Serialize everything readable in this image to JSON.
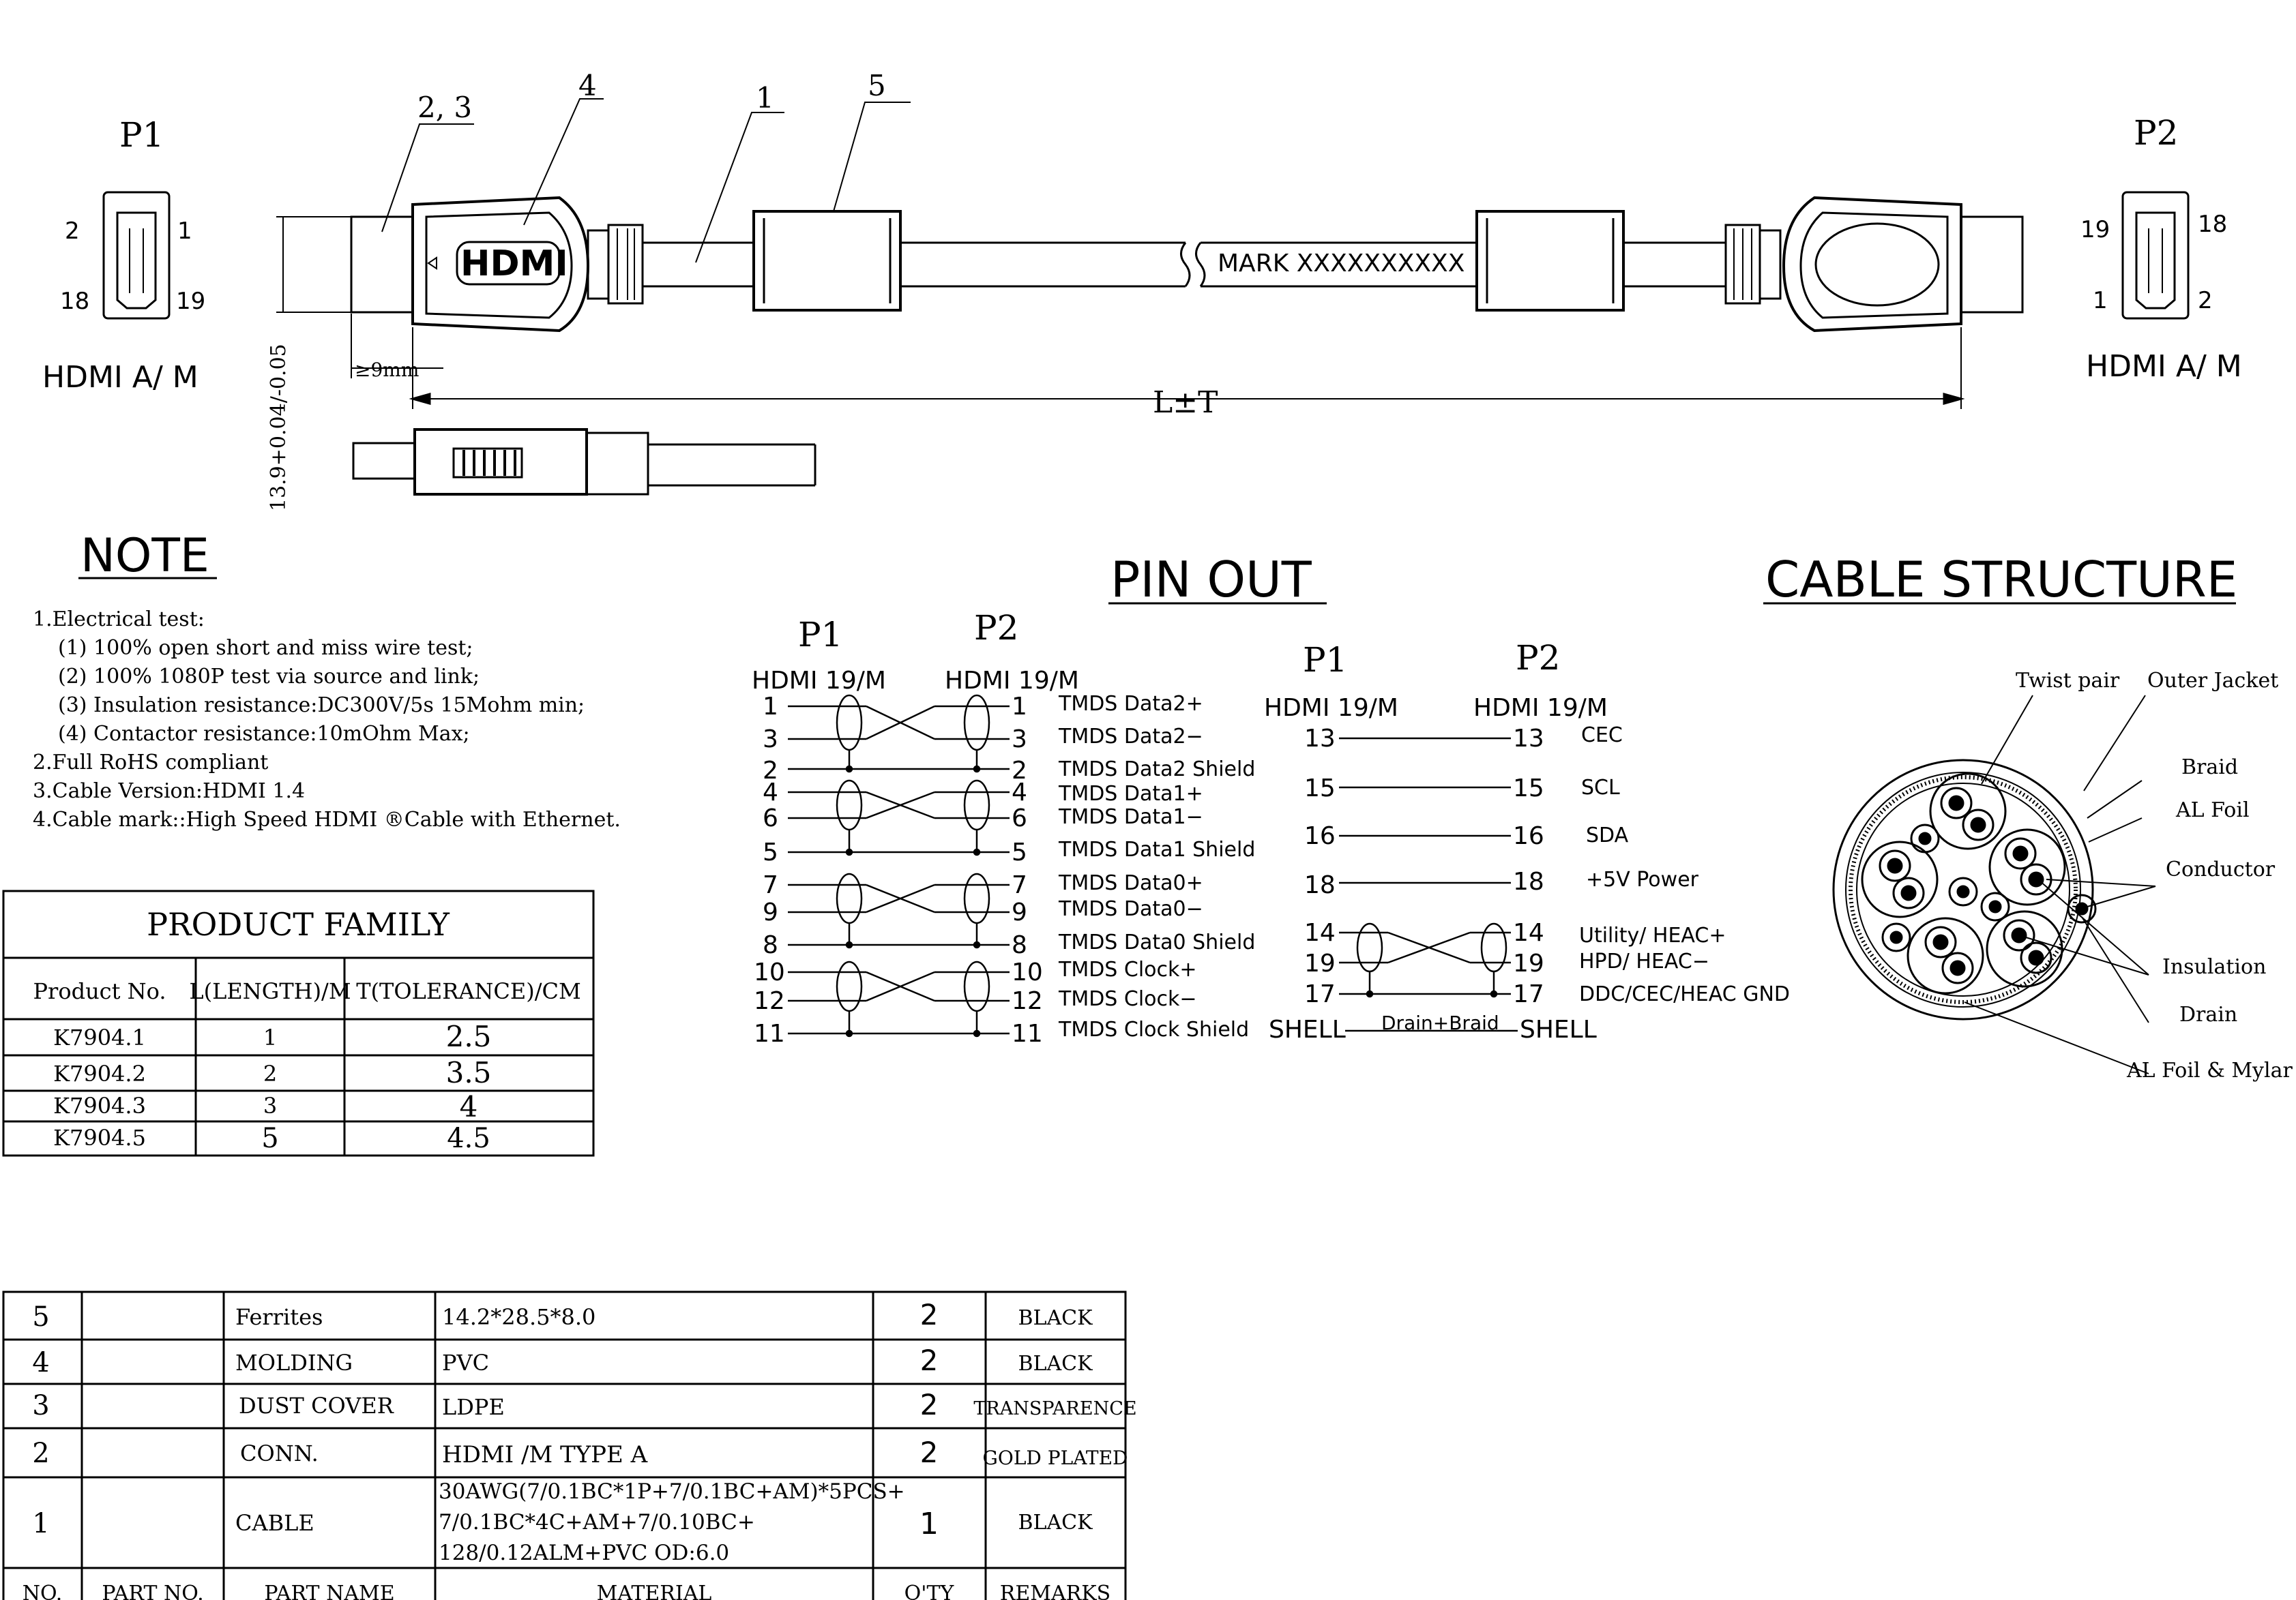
{
  "drawing": {
    "p1_label": "P1",
    "p2_label": "P2",
    "connector_type_left": "HDMI A/ M",
    "connector_type_right": "HDMI A/ M",
    "p1_pins": {
      "tl": "2",
      "tr": "1",
      "bl": "18",
      "br": "19"
    },
    "p2_pins": {
      "tl": "19",
      "tr": "18",
      "bl": "1",
      "br": "2"
    },
    "callouts": [
      "2, 3",
      "4",
      "1",
      "5"
    ],
    "logo_text": "HDMI",
    "cable_mark": "MARK XXXXXXXXXX",
    "length_dim": "L±T",
    "min_dim": "≥9mm",
    "height_dim": "13.9+0.04/-0.05"
  },
  "note": {
    "title": "NOTE",
    "lines": [
      "1.Electrical test:",
      "(1) 100% open short and miss wire test;",
      "(2) 100% 1080P test via source and link;",
      "(3) Insulation resistance:DC300V/5s 15Mohm min;",
      "(4) Contactor resistance:10mOhm Max;",
      "2.Full RoHS compliant",
      "3.Cable Version:HDMI 1.4",
      "4.Cable mark::High Speed HDMI ®Cable with Ethernet."
    ]
  },
  "product_family": {
    "title": "PRODUCT FAMILY",
    "headers": [
      "Product No.",
      "L(LENGTH)/M",
      "T(TOLERANCE)/CM"
    ],
    "rows": [
      [
        "K7904.1",
        "1",
        "2.5"
      ],
      [
        "K7904.2",
        "2",
        "3.5"
      ],
      [
        "K7904.3",
        "3",
        "4"
      ],
      [
        "K7904.5",
        "5",
        "4.5"
      ]
    ]
  },
  "pinout": {
    "title": "PIN OUT",
    "p1": "P1",
    "p2": "P2",
    "hdmi_left": "HDMI 19/M",
    "hdmi_right": "HDMI 19/M",
    "left_rows": [
      {
        "p1": "1",
        "p2": "1",
        "sig": "TMDS Data2+"
      },
      {
        "p1": "3",
        "p2": "3",
        "sig": "TMDS Data2−"
      },
      {
        "p1": "2",
        "p2": "2",
        "sig": "TMDS Data2 Shield"
      },
      {
        "p1": "4",
        "p2": "4",
        "sig": "TMDS Data1+"
      },
      {
        "p1": "6",
        "p2": "6",
        "sig": "TMDS Data1−"
      },
      {
        "p1": "5",
        "p2": "5",
        "sig": "TMDS Data1 Shield"
      },
      {
        "p1": "7",
        "p2": "7",
        "sig": "TMDS Data0+"
      },
      {
        "p1": "9",
        "p2": "9",
        "sig": "TMDS Data0−"
      },
      {
        "p1": "8",
        "p2": "8",
        "sig": "TMDS Data0 Shield"
      },
      {
        "p1": "10",
        "p2": "10",
        "sig": "TMDS Clock+"
      },
      {
        "p1": "12",
        "p2": "12",
        "sig": "TMDS Clock−"
      },
      {
        "p1": "11",
        "p2": "11",
        "sig": "TMDS Clock Shield"
      }
    ],
    "right_rows": [
      {
        "p1": "13",
        "p2": "13",
        "sig": "CEC"
      },
      {
        "p1": "15",
        "p2": "15",
        "sig": "SCL"
      },
      {
        "p1": "16",
        "p2": "16",
        "sig": "SDA"
      },
      {
        "p1": "18",
        "p2": "18",
        "sig": "+5V Power"
      },
      {
        "p1": "14",
        "p2": "14",
        "sig": "Utility/ HEAC+"
      },
      {
        "p1": "19",
        "p2": "19",
        "sig": "HPD/ HEAC−"
      },
      {
        "p1": "17",
        "p2": "17",
        "sig": "DDC/CEC/HEAC GND"
      },
      {
        "p1": "SHELL",
        "p2": "SHELL",
        "sig": ""
      }
    ],
    "drain_label": "Drain+Braid"
  },
  "cable_structure": {
    "title": "CABLE STRUCTURE",
    "labels": [
      "Twist pair",
      "Outer Jacket",
      "Braid",
      "AL Foil",
      "Conductor",
      "Insulation",
      "Drain",
      "AL Foil & Mylar"
    ]
  },
  "bom": {
    "headers": [
      "NO.",
      "PART NO.",
      "PART NAME",
      "MATERIAL",
      "Q'TY",
      "REMARKS"
    ],
    "rows": [
      {
        "no": "5",
        "part_no": "",
        "name": "Ferrites",
        "material": [
          "14.2*28.5*8.0"
        ],
        "qty": "2",
        "remarks": "BLACK"
      },
      {
        "no": "4",
        "part_no": "",
        "name": "MOLDING",
        "material": [
          "PVC"
        ],
        "qty": "2",
        "remarks": "BLACK"
      },
      {
        "no": "3",
        "part_no": "",
        "name": "DUST COVER",
        "material": [
          "LDPE"
        ],
        "qty": "2",
        "remarks": "TRANSPARENCE"
      },
      {
        "no": "2",
        "part_no": "",
        "name": "CONN.",
        "material": [
          "HDMI /M TYPE A"
        ],
        "qty": "2",
        "remarks": "GOLD PLATED"
      },
      {
        "no": "1",
        "part_no": "",
        "name": "CABLE",
        "material": [
          "30AWG(7/0.1BC*1P+7/0.1BC+AM)*5PCS+",
          "7/0.1BC*4C+AM+7/0.10BC+",
          "128/0.12ALM+PVC OD:6.0"
        ],
        "qty": "1",
        "remarks": "BLACK"
      }
    ]
  }
}
